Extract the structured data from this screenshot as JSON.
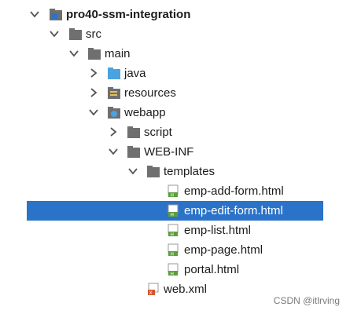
{
  "tree": {
    "project": "pro40-ssm-integration",
    "src": "src",
    "main": "main",
    "java": "java",
    "resources": "resources",
    "webapp": "webapp",
    "script": "script",
    "webinf": "WEB-INF",
    "templates": "templates",
    "files": [
      "emp-add-form.html",
      "emp-edit-form.html",
      "emp-list.html",
      "emp-page.html",
      "portal.html"
    ],
    "webxml": "web.xml",
    "selected_file": "emp-edit-form.html"
  },
  "colors": {
    "selection": "#2b73c9",
    "folder": "#6f6f6f",
    "java_folder": "#4aa3df",
    "html_icon": "#5a9e3c"
  },
  "watermark": "CSDN @itlrving"
}
